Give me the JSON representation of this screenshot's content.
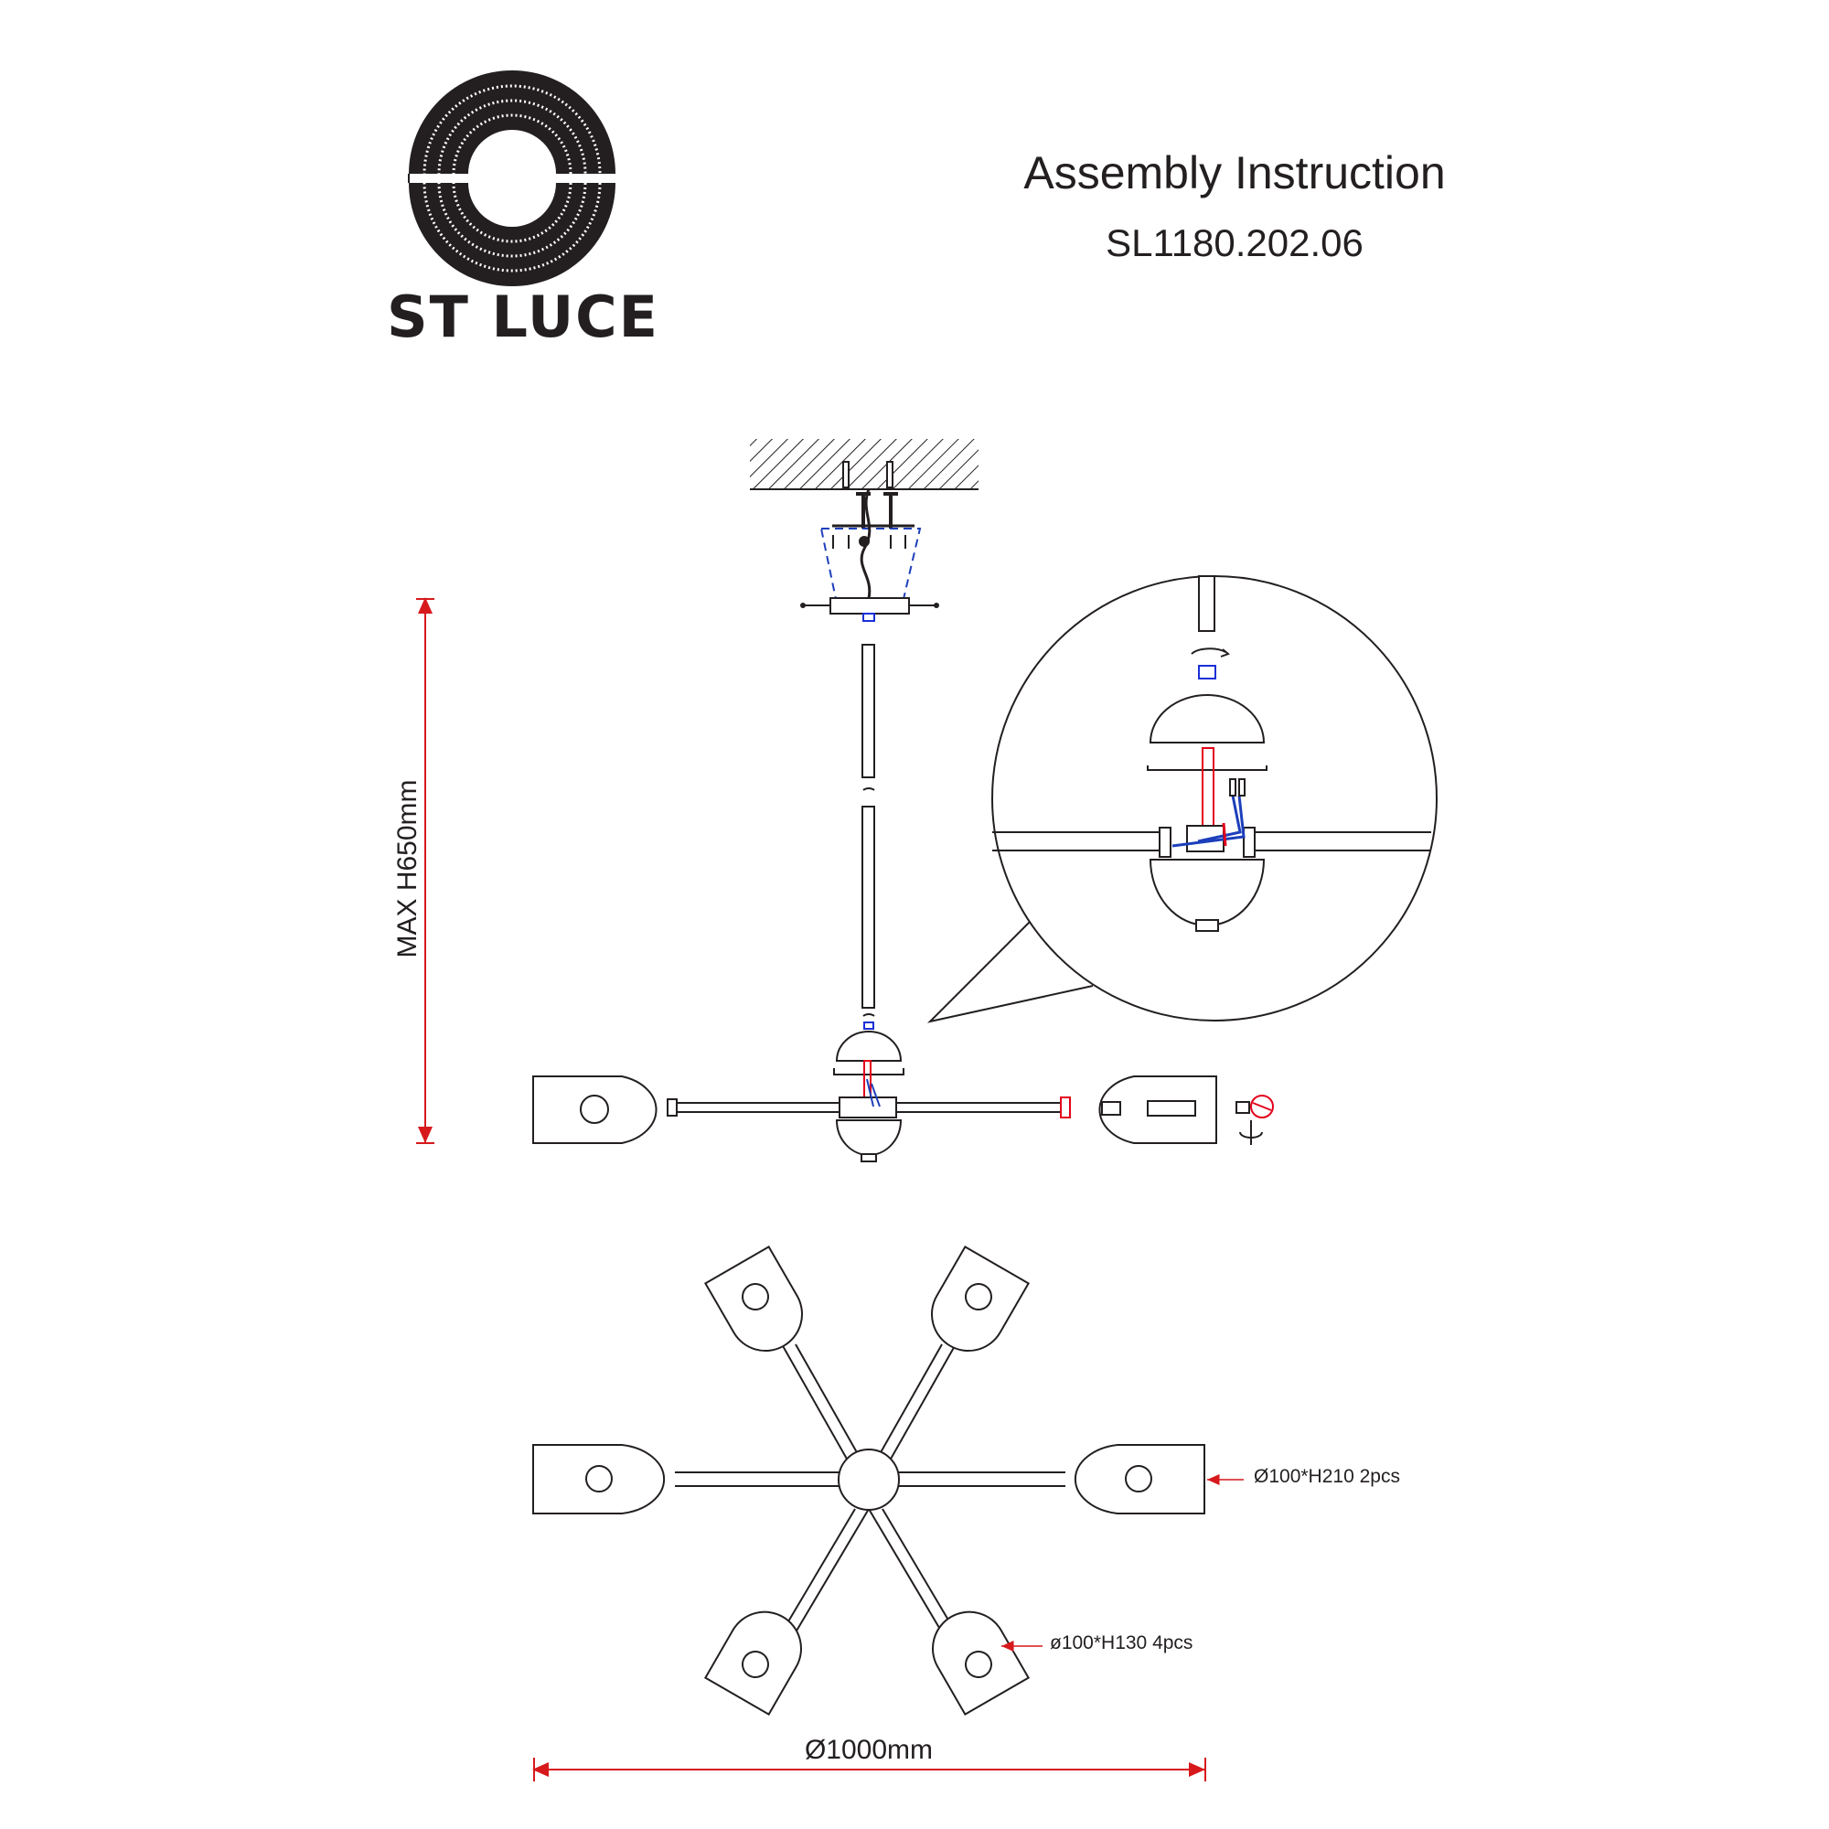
{
  "header": {
    "brand": "ST LUCE",
    "title": "Assembly Instruction",
    "model": "SL1180.202.06"
  },
  "dimensions": {
    "max_height": "MAX H650mm",
    "diameter": "Ø1000mm"
  },
  "shades": [
    {
      "label": "Ø100*H210 2pcs"
    },
    {
      "label": "ø100*H130 4pcs"
    }
  ],
  "colors": {
    "line": "#231f20",
    "dimension": "#d7191c",
    "phase_wire": "#e3001b",
    "neutral_wire": "#1d3fbb",
    "coupler": "#1a2fd8"
  },
  "icons": [
    "brand-logo-icon",
    "ceiling-hatch-icon",
    "screw-icon",
    "rotate-arrow-icon",
    "bulb-icon"
  ]
}
